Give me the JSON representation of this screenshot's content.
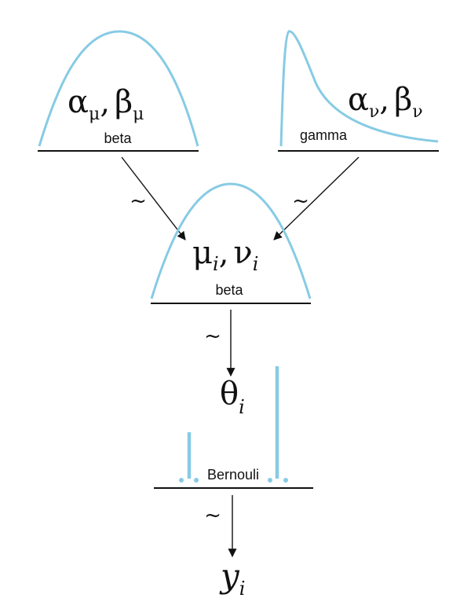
{
  "diagram": {
    "top_left": {
      "param1": "α",
      "sub1": "μ",
      "param2": "β",
      "sub2": "μ",
      "dist": "beta"
    },
    "top_right": {
      "param1": "α",
      "sub1": "ν",
      "param2": "β",
      "sub2": "ν",
      "dist": "gamma"
    },
    "middle": {
      "param1": "μ",
      "sub1": "i",
      "param2": "ν",
      "sub2": "i",
      "dist": "beta"
    },
    "theta": {
      "symbol": "θ",
      "sub": "i"
    },
    "bernoulli": {
      "dist": "Bernouli"
    },
    "y": {
      "symbol": "y",
      "sub": "i"
    },
    "tilde": "~",
    "comma": ","
  },
  "colors": {
    "curve": "#87cbe4",
    "line": "#111111"
  }
}
